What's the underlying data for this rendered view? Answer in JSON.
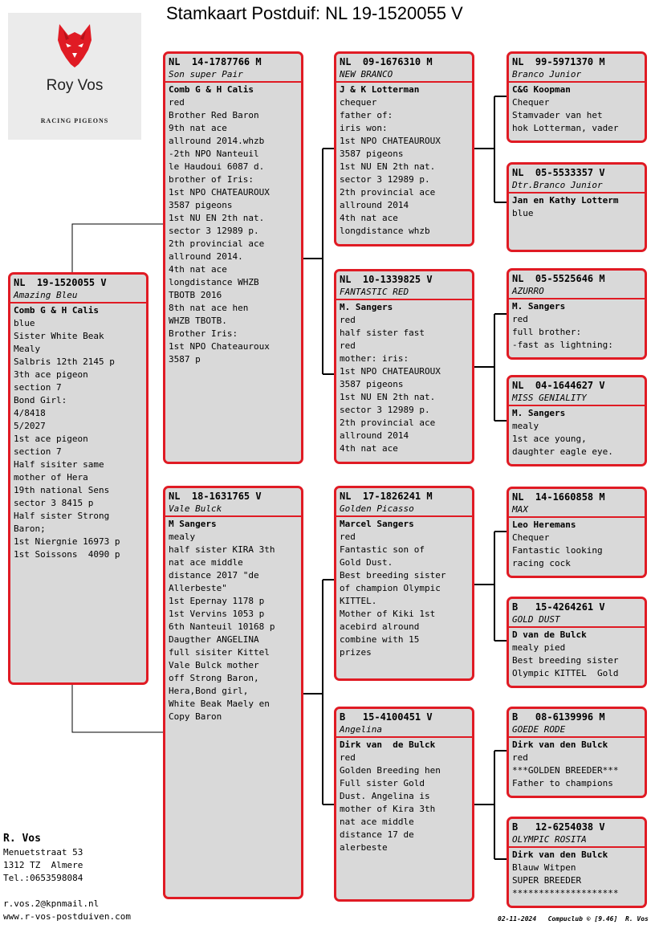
{
  "page_title": "Stamkaart Postduif: NL  19-1520055 V",
  "logo": {
    "name": "Roy Vos",
    "subtitle": "RACING PIGEONS"
  },
  "cards": [
    {
      "ring": "NL  19-1520055 V",
      "name": "Amazing Bleu",
      "breeder": "Comb G & H Calis",
      "lines": [
        "blue",
        "Sister White Beak",
        "Mealy",
        "Salbris 12th 2145 p",
        "3th ace pigeon",
        "section 7",
        "Bond Girl:",
        "4/8418",
        "5/2027",
        "1st ace pigeon",
        "section 7",
        "Half sisiter same",
        "mother of Hera",
        "19th national Sens",
        "sector 3 8415 p",
        "Half sister Strong",
        "Baron;",
        "1st Niergnie 16973 p",
        "1st Soissons  4090 p"
      ]
    },
    {
      "ring": "NL  14-1787766 M",
      "name": "Son super Pair",
      "breeder": "Comb G & H Calis",
      "lines": [
        "red",
        "Brother Red Baron",
        "9th nat ace",
        "allround 2014.whzb",
        "-2th NPO Nanteuil",
        "le Haudoui 6087 d.",
        "brother of Iris:",
        "1st NPO CHATEAUROUX",
        "3587 pigeons",
        "1st NU EN 2th nat.",
        "sector 3 12989 p.",
        "2th provincial ace",
        "allround 2014.",
        "4th nat ace",
        "longdistance WHZB",
        "TBOTB 2016",
        "8th nat ace hen",
        "WHZB TBOTB.",
        "Brother Iris:",
        "1st NPO Chateauroux",
        "3587 p"
      ]
    },
    {
      "ring": "NL  18-1631765 V",
      "name": "Vale Bulck",
      "breeder": "M Sangers",
      "lines": [
        "mealy",
        "half sister KIRA 3th",
        "nat ace middle",
        "distance 2017 \"de",
        "Allerbeste\"",
        "1st Epernay 1178 p",
        "1st Vervins 1053 p",
        "6th Nanteuil 10168 p",
        "Daugther ANGELINA",
        "full sisiter Kittel",
        "Vale Bulck mother",
        "off Strong Baron,",
        "Hera,Bond girl,",
        "White Beak Maely en",
        "Copy Baron"
      ]
    },
    {
      "ring": "NL  09-1676310 M",
      "name": "NEW BRANCO",
      "breeder": "J & K Lotterman",
      "lines": [
        "chequer",
        "father of:",
        "iris won:",
        "1st NPO CHATEAUROUX",
        "3587 pigeons",
        "1st NU EN 2th nat.",
        "sector 3 12989 p.",
        "2th provincial ace",
        "allround 2014",
        "4th nat ace",
        "longdistance whzb"
      ]
    },
    {
      "ring": "NL  10-1339825 V",
      "name": "FANTASTIC RED",
      "breeder": "M. Sangers",
      "lines": [
        "red",
        "half sister fast",
        "red",
        "mother: iris:",
        "1st NPO CHATEAUROUX",
        "3587 pigeons",
        "1st NU EN 2th nat.",
        "sector 3 12989 p.",
        "2th provincial ace",
        "allround 2014",
        "4th nat ace"
      ]
    },
    {
      "ring": "NL  17-1826241 M",
      "name": "Golden Picasso",
      "breeder": "Marcel Sangers",
      "lines": [
        "red",
        "Fantastic son of",
        "Gold Dust.",
        "Best breeding sister",
        "of champion Olympic",
        "KITTEL.",
        "Mother of Kiki 1st",
        "acebird alround",
        "combine with 15",
        "prizes"
      ]
    },
    {
      "ring": "B   15-4100451 V",
      "name": "Angelina",
      "breeder": "Dirk van  de Bulck",
      "lines": [
        "red",
        "Golden Breeding hen",
        "Full sister Gold",
        "Dust. Angelina is",
        "mother of Kira 3th",
        "nat ace middle",
        "distance 17 de",
        "alerbeste"
      ]
    },
    {
      "ring": "NL  99-5971370 M",
      "name": "Branco Junior",
      "breeder": "C&G Koopman",
      "lines": [
        "Chequer",
        "Stamvader van het",
        "hok Lotterman, vader"
      ]
    },
    {
      "ring": "NL  05-5533357 V",
      "name": "Dtr.Branco Junior",
      "breeder": "Jan en Kathy Lotterm",
      "lines": [
        "blue"
      ]
    },
    {
      "ring": "NL  05-5525646 M",
      "name": "AZURRO",
      "breeder": "M. Sangers",
      "lines": [
        "red",
        "full brother:",
        "-fast as lightning:"
      ]
    },
    {
      "ring": "NL  04-1644627 V",
      "name": "MISS GENIALITY",
      "breeder": "M. Sangers",
      "lines": [
        "mealy",
        "1st ace young,",
        "daughter eagle eye."
      ]
    },
    {
      "ring": "NL  14-1660858 M",
      "name": "MAX",
      "breeder": "Leo Heremans",
      "lines": [
        "Chequer",
        "Fantastic looking",
        "racing cock"
      ]
    },
    {
      "ring": "B   15-4264261 V",
      "name": "GOLD DUST",
      "breeder": "D van de Bulck",
      "lines": [
        "mealy pied",
        "Best breeding sister",
        "Olympic KITTEL  Gold"
      ]
    },
    {
      "ring": "B   08-6139996 M",
      "name": "GOEDE RODE",
      "breeder": "Dirk van den Bulck",
      "lines": [
        "red",
        "***GOLDEN BREEDER***",
        "Father to champions"
      ]
    },
    {
      "ring": "B   12-6254038 V",
      "name": "OLYMPIC ROSITA",
      "breeder": "Dirk van den Bulck",
      "lines": [
        "Blauw Witpen",
        "SUPER BREEDER",
        "********************"
      ]
    }
  ],
  "owner": {
    "name": "R. Vos",
    "lines": [
      "Menuetstraat 53",
      "1312 TZ  Almere",
      "Tel.:0653598084",
      "",
      "r.vos.2@kpnmail.nl",
      "www.r-vos-postduiven.com"
    ]
  },
  "stamp": "02-11-2024   Compuclub © [9.46]  R. Vos",
  "colors": {
    "border": "#e01b24",
    "card_bg": "#d9d9d9",
    "logo_wolf": "#e01b24"
  }
}
